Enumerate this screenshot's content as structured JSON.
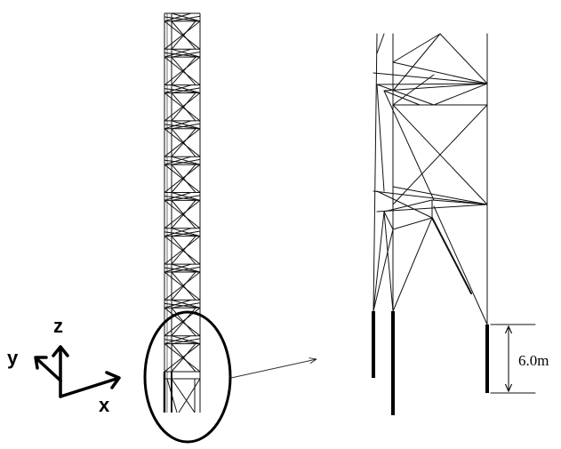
{
  "axes": {
    "z_label": "z",
    "y_label": "y",
    "x_label": "x"
  },
  "dimension": {
    "label": "6.0m"
  }
}
